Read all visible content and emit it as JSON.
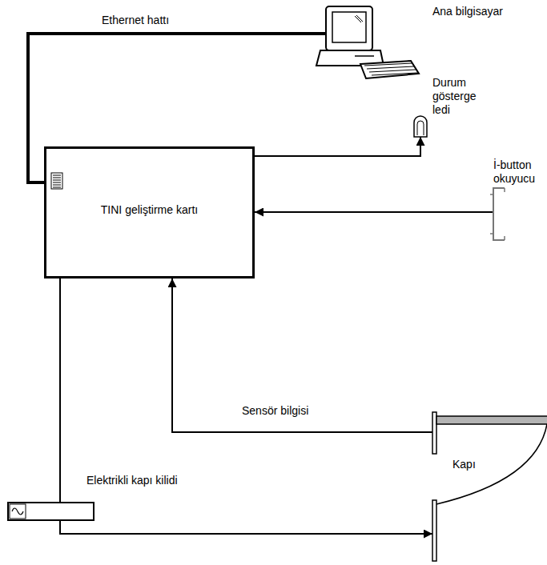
{
  "diagram": {
    "nodes": [
      {
        "text": [
          "Ana bilgisayar"
        ]
      },
      {
        "text": [
          "Durum gösterge ledi"
        ]
      },
      {
        "text": [
          "TINI geliştirme kartı"
        ]
      },
      {
        "text": [
          "İ-button okuyucu"
        ]
      },
      {
        "text": [
          "Kapı"
        ]
      },
      {
        "text": [
          "Elektrikli kapı kilidi"
        ]
      }
    ],
    "edges": [
      {
        "from": 2,
        "to": 0,
        "label": "Ethernet hattı",
        "arrow": "none"
      },
      {
        "from": 2,
        "to": 1,
        "arrow": "to"
      },
      {
        "from": 3,
        "to": 2,
        "arrow": "to"
      },
      {
        "from": 4,
        "to": 2,
        "label": "Sensör bilgisi",
        "arrow": "to"
      },
      {
        "from": 2,
        "to": 5,
        "arrow": "none"
      },
      {
        "from": 5,
        "to": 4,
        "arrow": "to"
      }
    ]
  }
}
